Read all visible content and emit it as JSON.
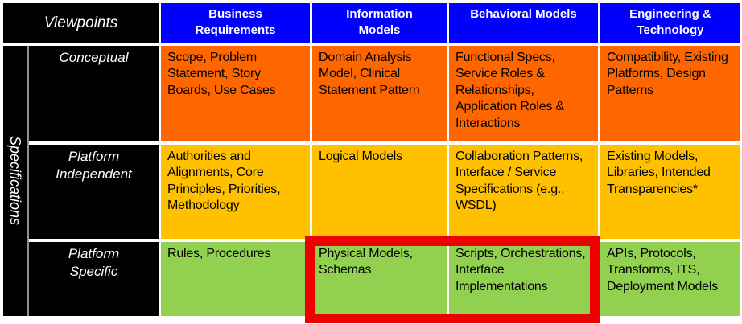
{
  "colors": {
    "header_blue": "#0000FF",
    "row_conceptual": "#FF6600",
    "row_platform_independent": "#FFC000",
    "row_platform_specific": "#92D050",
    "highlight_red": "#EE0000",
    "black": "#000000"
  },
  "corner": {
    "label": "Viewpoints"
  },
  "side": {
    "label": "Specifications"
  },
  "columns": [
    {
      "label": "Business Requirements"
    },
    {
      "label": "Information Models"
    },
    {
      "label": "Behavioral Models"
    },
    {
      "label": "Engineering & Technology"
    }
  ],
  "rows": [
    {
      "label": "Conceptual",
      "cells": [
        "Scope, Problem Statement, Story Boards, Use Cases",
        "Domain Analysis Model, Clinical Statement Pattern",
        "Functional Specs, Service Roles & Relationships, Application Roles & Interactions",
        "Compatibility, Existing Platforms, Design Patterns"
      ]
    },
    {
      "label": "Platform Independent",
      "cells": [
        "Authorities and Alignments, Core Principles, Priorities, Methodology",
        "Logical Models",
        "Collaboration Patterns, Interface / Service Specifications (e.g., WSDL)",
        "Existing Models, Libraries, Intended Transparencies*"
      ]
    },
    {
      "label": "Platform Specific",
      "cells": [
        "Rules, Procedures",
        "Physical Models, Schemas",
        "Scripts, Orchestrations, Interface Implementations",
        "APIs, Protocols, Transforms, ITS, Deployment Models"
      ]
    }
  ],
  "highlight": {
    "around": "Platform Specific row: Information Models and Behavioral Models cells"
  }
}
